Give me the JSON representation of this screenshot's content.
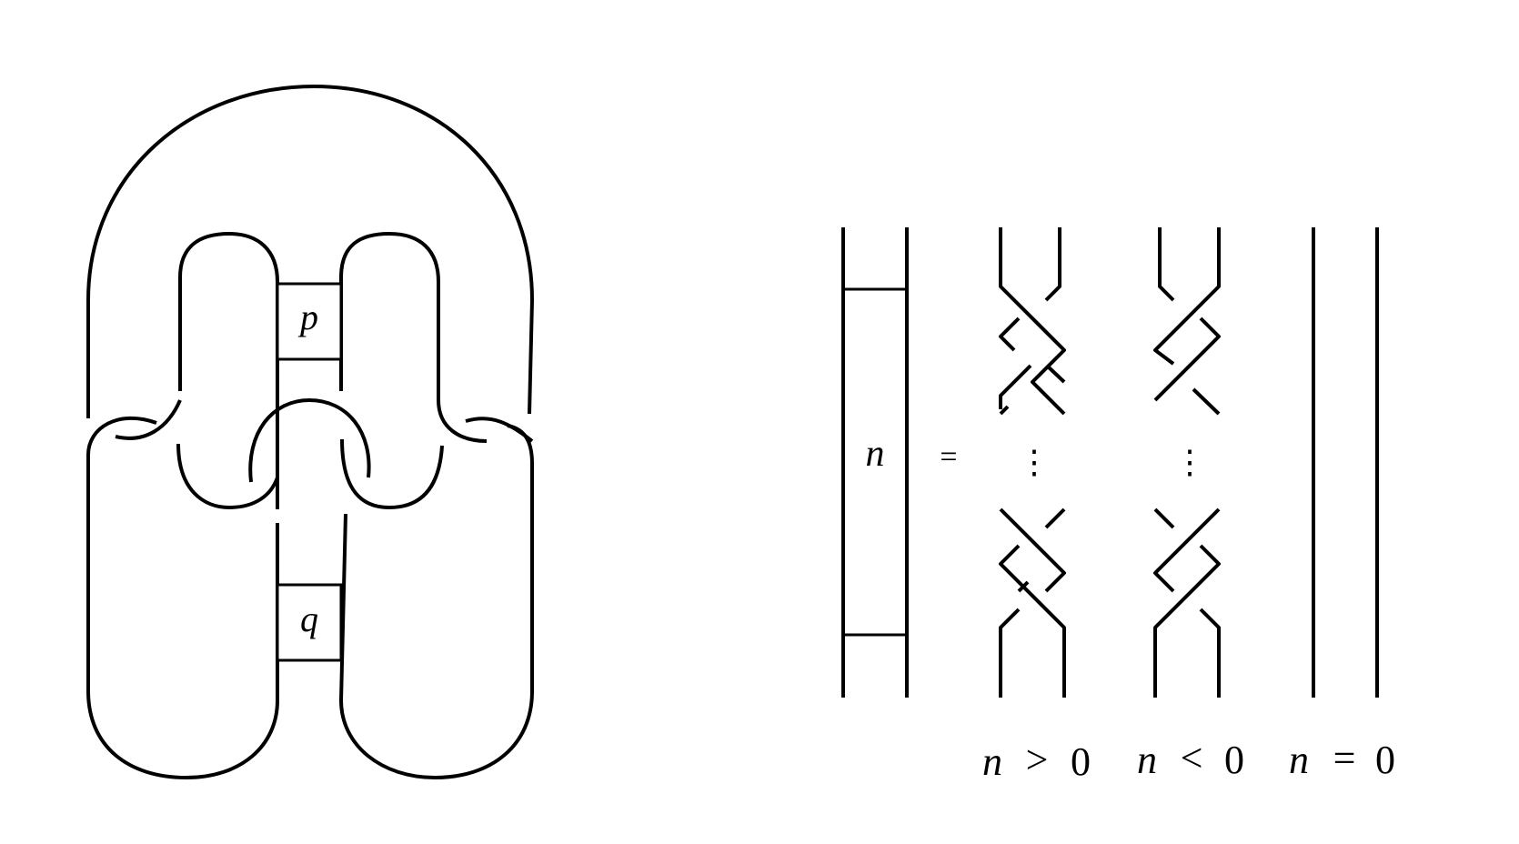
{
  "knot": {
    "box_top_label": "p",
    "box_bottom_label": "q"
  },
  "legend": {
    "box_label": "n",
    "equals": "=",
    "dots": "⋮",
    "cases": [
      {
        "n": "n",
        "rel": ">",
        "val": "0"
      },
      {
        "n": "n",
        "rel": "<",
        "val": "0"
      },
      {
        "n": "n",
        "rel": "=",
        "val": "0"
      }
    ]
  }
}
